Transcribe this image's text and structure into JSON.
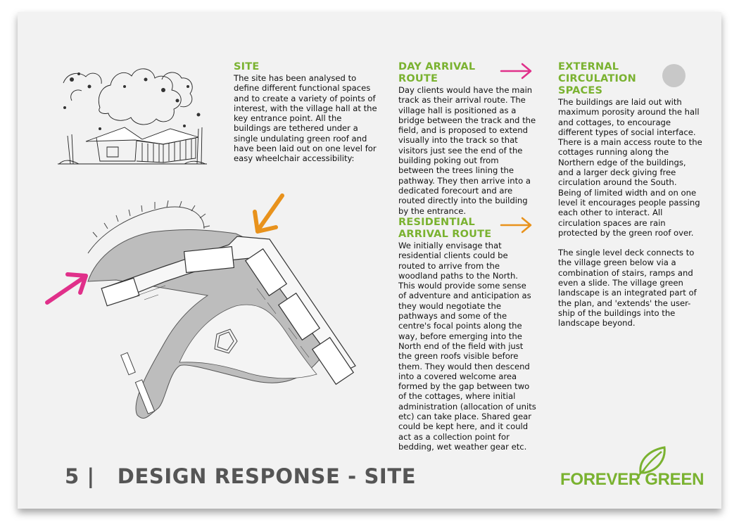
{
  "footer": {
    "page_number": "5",
    "separator": "|",
    "title": "DESIGN RESPONSE - SITE"
  },
  "logo": {
    "text": "FOREVER GREEN"
  },
  "site": {
    "heading": "SITE",
    "body": "The site has been analysed to define different functional spaces and to create a variety of points of interest, with the village hall at the key entrance point. All the buildings are tethered under a single undulating green roof and have been laid out on one level for easy wheelchair accessibility:"
  },
  "day_arrival": {
    "heading": "DAY ARRIVAL ROUTE",
    "body": "Day clients would have the main track as their arrival route. The village hall is positioned as a bridge between the track and the field, and is proposed to extend visually into the track so that visitors just see the end of the building poking out from between the trees lining the pathway. They then arrive into a dedicated forecourt and are routed directly into the building by the entrance."
  },
  "residential_arrival": {
    "heading": "RESIDENTIAL ARRIVAL ROUTE",
    "body": "We initially envisage that residential clients could be routed to arrive from the woodland paths to the North. This would provide some sense of adventure and anticipation as they would negotiate the pathways and some of the centre's focal points along the way, before emerging into the North end of the field with just the green roofs visible before them. They would then descend into a covered welcome area formed by the gap between two of the cottages, where initial administration (allocation of units etc) can take place. Shared gear could be kept here, and it could act as a collection point for bedding, wet weather gear etc."
  },
  "external_circulation": {
    "heading": "EXTERNAL CIRCULATION SPACES",
    "body1": "The buildings are laid out with maximum porosity around the hall and cottages, to encourage different types of social interface. There is a main access route to the cottages running along the Northern edge of the buildings, and a larger deck giving free circulation around the South. Being of limited width and on one level it encourages people passing each other to interact. All circulation spaces are rain protected by the green roof over.",
    "body2": "The single level deck connects to the village green below via a combination of stairs, ramps and even a slide. The village green landscape is an integrated part of the plan, and 'extends' the user-ship of the buildings into the landscape beyond."
  },
  "colors": {
    "accent_green": "#7ab230",
    "day_route_magenta": "#e0308a",
    "residential_route_orange": "#e8921c",
    "circulation_grey": "#c8c8c8"
  },
  "icons": [
    "day-route-arrow-icon",
    "residential-route-arrow-icon",
    "circulation-dot-icon",
    "leaf-logo-icon"
  ]
}
